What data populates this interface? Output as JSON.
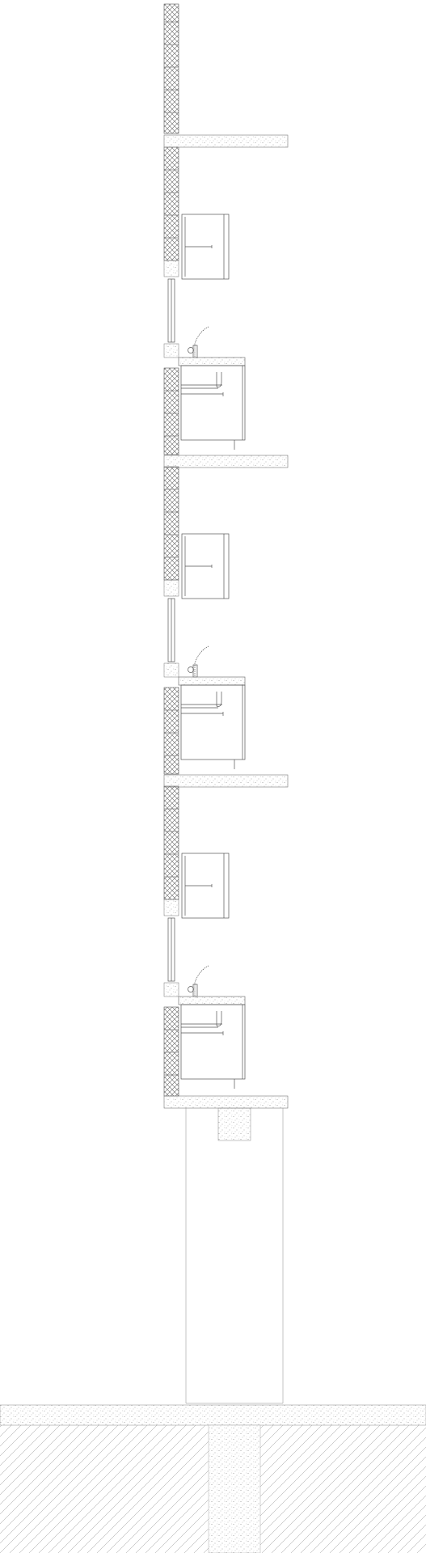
{
  "drawing": {
    "kind": "architectural section drawing",
    "text_labels": [],
    "floors": [
      {
        "label": "",
        "fixtures": [
          "wall-cabinet",
          "mixer-tap",
          "sink-counter"
        ]
      },
      {
        "label": "",
        "fixtures": [
          "wall-cabinet",
          "mixer-tap",
          "sink-counter"
        ]
      },
      {
        "label": "",
        "fixtures": [
          "wall-cabinet",
          "mixer-tap",
          "sink-counter"
        ]
      }
    ],
    "materials": {
      "masonry": "cross-hatch",
      "concrete": "stipple",
      "earth": "diagonal-hatch"
    },
    "colors": {
      "background": "#ffffff",
      "line": "#555555",
      "hatch": "#666666",
      "stipple": "#8a8a8a"
    }
  }
}
